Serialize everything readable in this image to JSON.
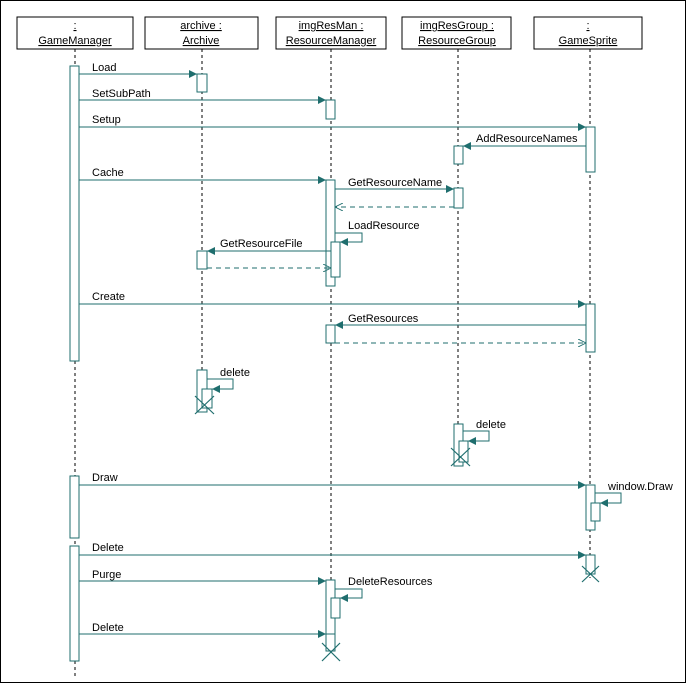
{
  "objects": [
    {
      "id": "gm",
      "line1": ":",
      "line2": "GameManager"
    },
    {
      "id": "ar",
      "line1": "archive :",
      "line2": "Archive"
    },
    {
      "id": "rm",
      "line1": "imgResMan :",
      "line2": "ResourceManager"
    },
    {
      "id": "rg",
      "line1": "imgResGroup :",
      "line2": "ResourceGroup"
    },
    {
      "id": "gs",
      "line1": ":",
      "line2": "GameSprite"
    }
  ],
  "messages": {
    "load": "Load",
    "setsubpath": "SetSubPath",
    "setup": "Setup",
    "addresourcenames": "AddResourceNames",
    "cache": "Cache",
    "getresourcename": "GetResourceName",
    "loadresource": "LoadResource",
    "getresourcefile": "GetResourceFile",
    "create": "Create",
    "getresources": "GetResources",
    "delete_archive": "delete",
    "delete_group": "delete",
    "draw": "Draw",
    "window_draw": "window.Draw",
    "delete_sprite": "Delete",
    "purge": "Purge",
    "deleteresources": "DeleteResources",
    "delete_resman": "Delete"
  },
  "colors": {
    "line": "#1f6e6e",
    "border": "#000000",
    "background": "#ffffff"
  }
}
